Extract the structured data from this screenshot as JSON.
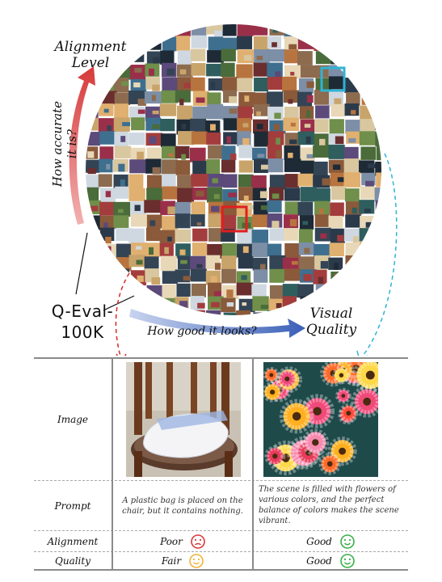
{
  "labels": {
    "alignment_level": "Alignment Level",
    "how_accurate": "How accurate it is?",
    "visual_quality": "Visual Quality",
    "how_good": "How good it looks?",
    "dataset": "Q-Eval-100K"
  },
  "table": {
    "rows": {
      "image": "Image",
      "prompt": "Prompt",
      "alignment": "Alignment",
      "quality": "Quality"
    },
    "examples": [
      {
        "prompt": "A plastic bag is placed on the chair, but it contains nothing.",
        "alignment": "Poor",
        "alignment_face": "frown-icon",
        "quality": "Fair",
        "quality_face": "smile-icon"
      },
      {
        "prompt": "The scene is filled with flowers of various colors, and the perfect balance of colors makes the scene vibrant.",
        "alignment": "Good",
        "alignment_face": "smile-icon",
        "quality": "Good",
        "quality_face": "smile-icon"
      }
    ]
  },
  "colors": {
    "red_arrow": "#d63a3a",
    "blue_arrow": "#3a5fb8",
    "red_dash": "#d62a2a",
    "cyan_dash": "#2fb3d6",
    "poor_face": "#d93a3a",
    "fair_face": "#f0b23a",
    "good_face": "#3ab04a"
  }
}
